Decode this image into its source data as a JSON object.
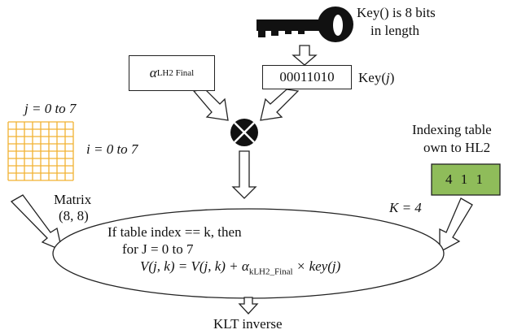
{
  "key_note": {
    "line1": "Key() is 8 bits",
    "line2": "in length"
  },
  "alpha_box": {
    "symbol": "α",
    "subscript": "LH2 Final"
  },
  "key_box": {
    "bits": "00011010",
    "label_prefix": "Key(",
    "label_var": "j",
    "label_suffix": ")"
  },
  "matrix": {
    "j_range": "j = 0 to 7",
    "i_range": "i = 0 to 7",
    "label_line1": "Matrix",
    "label_line2": "(8, 8)",
    "grid_color": "#f2b233"
  },
  "indexing": {
    "title_line1": "Indexing table",
    "title_line2": "own to HL2",
    "values": "4 1 1",
    "fill_color": "#8fbc5a"
  },
  "k_label": "K = 4",
  "ellipse": {
    "line1": "If table index == k, then",
    "line2": "for J = 0 to 7",
    "formula": "V(j, k) = V(j, k) + α",
    "formula_sub": "kLH2_Final",
    "formula_tail": " × key(j)"
  },
  "output_label": "KLT inverse"
}
